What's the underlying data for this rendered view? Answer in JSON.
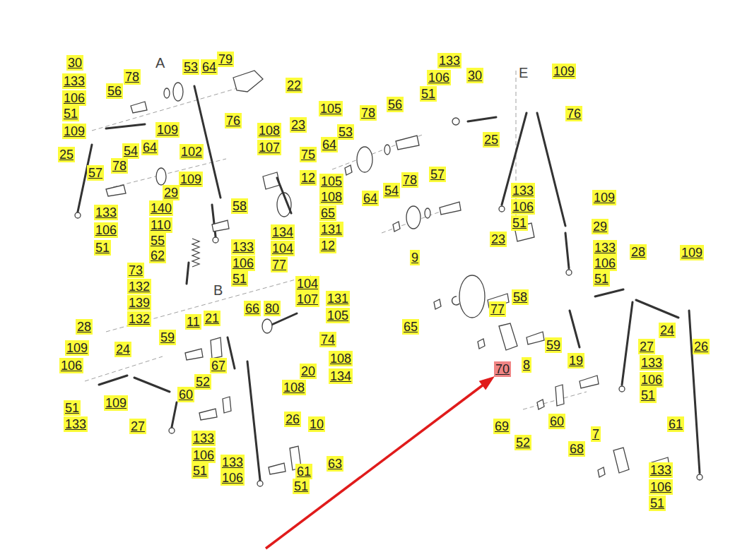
{
  "diagram": {
    "labels": [
      "30",
      "133",
      "106",
      "51",
      "109",
      "25",
      "56",
      "78",
      "53",
      "64",
      "79",
      "22",
      "109",
      "76",
      "54",
      "64",
      "57",
      "78",
      "29",
      "109",
      "102",
      "108",
      "107",
      "23",
      "105",
      "75",
      "12",
      "105",
      "108",
      "65",
      "131",
      "12",
      "134",
      "104",
      "77",
      "58",
      "140",
      "110",
      "55",
      "62",
      "133",
      "106",
      "51",
      "133",
      "106",
      "51",
      "73",
      "132",
      "139",
      "132",
      "A",
      "B",
      "78",
      "56",
      "53",
      "64",
      "57",
      "54",
      "78",
      "64",
      "28",
      "109",
      "106",
      "51",
      "133",
      "24",
      "109",
      "27",
      "59",
      "11",
      "21",
      "66",
      "80",
      "104",
      "107",
      "131",
      "105",
      "74",
      "108",
      "134",
      "20",
      "108",
      "67",
      "52",
      "60",
      "133",
      "106",
      "51",
      "26",
      "10",
      "133",
      "106",
      "51",
      "61",
      "63",
      "9",
      "58",
      "77",
      "65",
      "59",
      "8",
      "70",
      "19",
      "133",
      "106",
      "30",
      "51",
      "E",
      "109",
      "76",
      "25",
      "133",
      "106",
      "51",
      "23",
      "109",
      "29",
      "133",
      "106",
      "51",
      "28",
      "109",
      "24",
      "27",
      "133",
      "106",
      "51",
      "26",
      "69",
      "52",
      "60",
      "7",
      "68",
      "61",
      "133",
      "106",
      "51"
    ]
  }
}
